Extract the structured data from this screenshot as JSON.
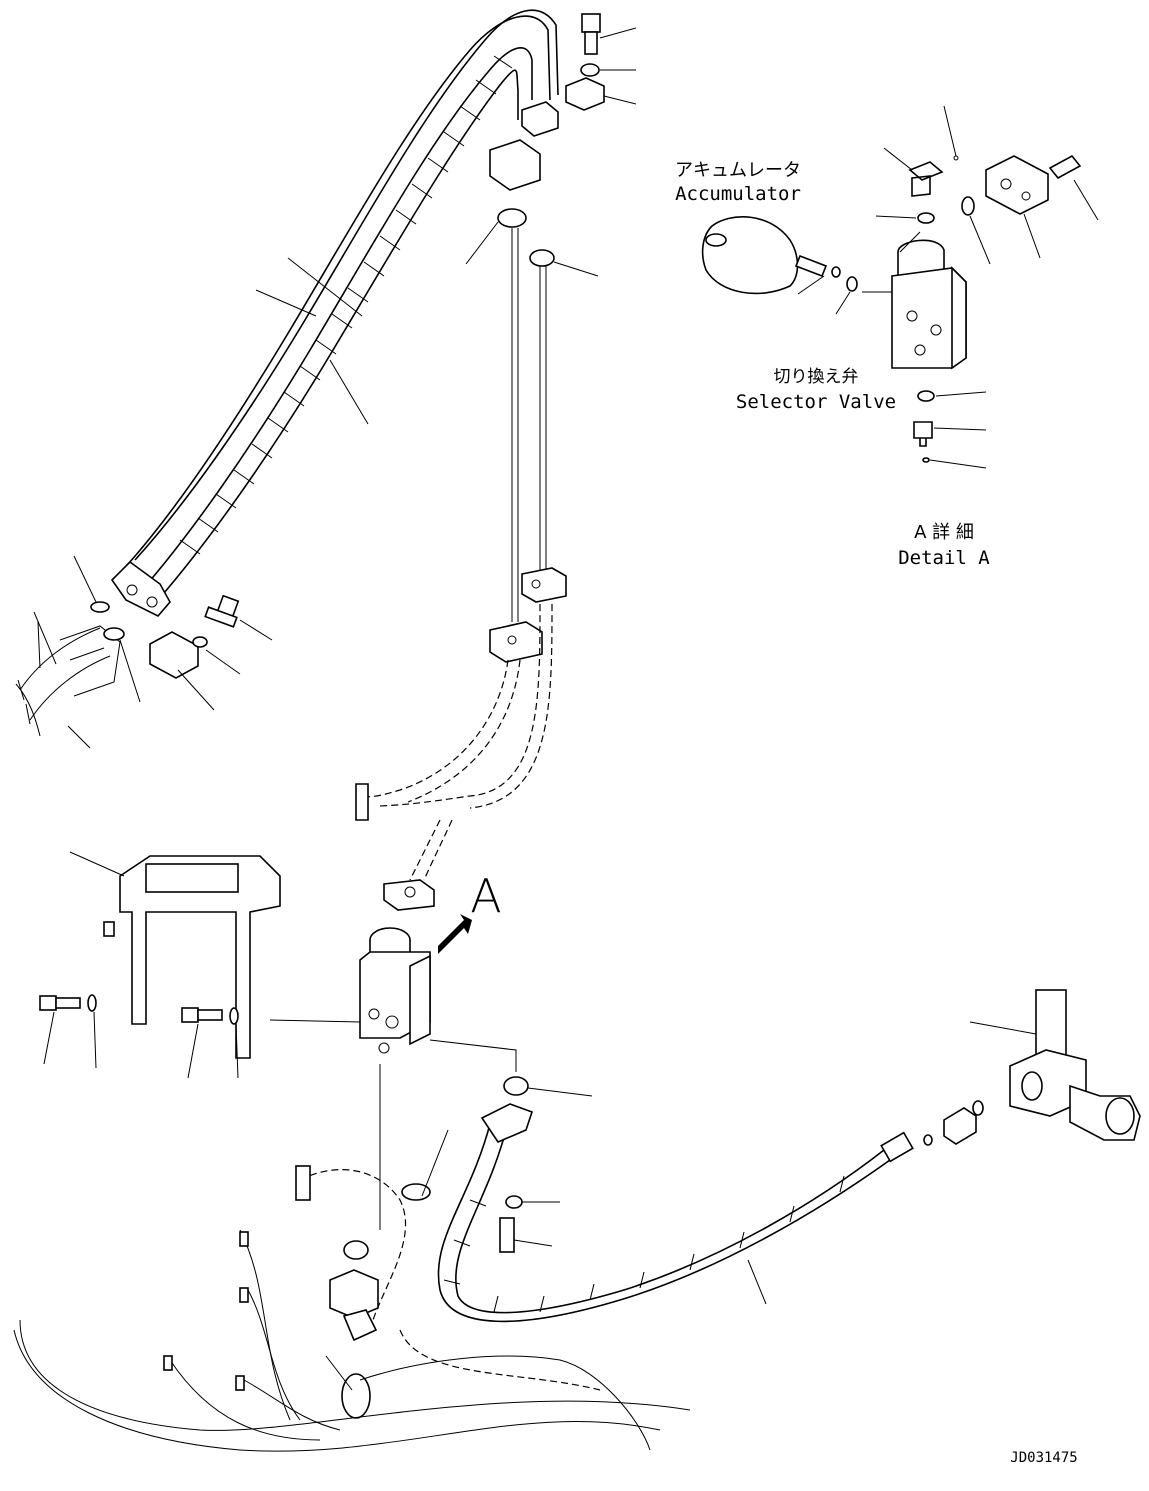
{
  "labels": {
    "accumulator_jp": "アキュムレータ",
    "accumulator_en": "Accumulator",
    "selector_valve_jp": "切り換え弁",
    "selector_valve_en": "Selector Valve",
    "detail_jp": "A 詳 細",
    "detail_en": "Detail A",
    "view_marker": "A",
    "drawing_number": "JD031475"
  }
}
